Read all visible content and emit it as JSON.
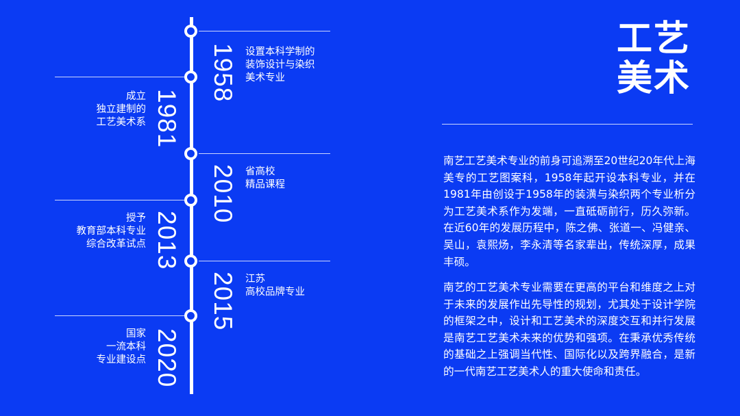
{
  "title": "工艺\n美术",
  "timeline": [
    {
      "year": "1958",
      "desc": "设置本科学制的\n装饰设计与染织\n美术专业"
    },
    {
      "year": "1981",
      "desc": "成立\n独立建制的\n工艺美术系"
    },
    {
      "year": "2010",
      "desc": "省高校\n精品课程"
    },
    {
      "year": "2013",
      "desc": "授予\n教育部本科专业\n综合改革试点"
    },
    {
      "year": "2015",
      "desc": "江苏\n高校品牌专业"
    },
    {
      "year": "2020",
      "desc": "国家\n一流本科\n专业建设点"
    }
  ],
  "paragraphs": [
    "南艺工艺美术专业的前身可追溯至20世纪20年代上海美专的工艺图案科，1958年起开设本科专业，并在1981年由创设于1958年的装潢与染织两个专业析分为工艺美术系作为发端，一直砥砺前行，历久弥新。在近60年的发展历程中，陈之佛、张道一、冯健亲、吴山，袁熙炀，李永清等名家辈出，传统深厚，成果丰硕。",
    "南艺的工艺美术专业需要在更高的平台和维度之上对于未来的发展作出先导性的规划，尤其处于设计学院的框架之中，设计和工艺美术的深度交互和并行发展是南艺工艺美术未来的优势和强项。在秉承优秀传统的基础之上强调当代性、国际化以及跨界融合，是新的一代南艺工艺美术人的重大使命和责任。"
  ],
  "colors": {
    "background": "#0b3bf3",
    "foreground": "#ffffff"
  }
}
